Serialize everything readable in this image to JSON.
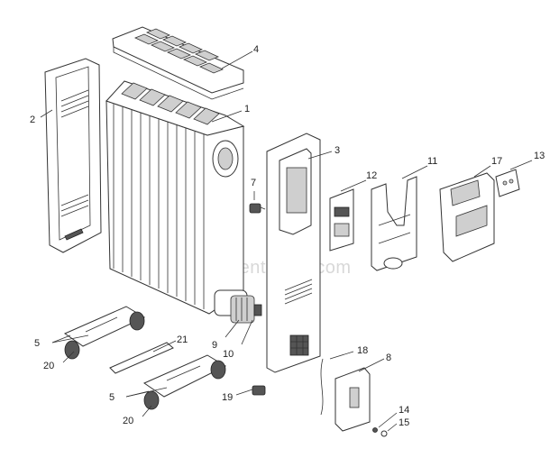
{
  "watermark": "eReplacementParts.com",
  "labels": {
    "l1": "1",
    "l2": "2",
    "l3": "3",
    "l4": "4",
    "l5a": "5",
    "l5b": "5",
    "l7": "7",
    "l8": "8",
    "l9": "9",
    "l10": "10",
    "l11": "11",
    "l12": "12",
    "l13": "13",
    "l14": "14",
    "l15": "15",
    "l17": "17",
    "l18": "18",
    "l19": "19",
    "l20a": "20",
    "l20b": "20",
    "l21": "21"
  }
}
